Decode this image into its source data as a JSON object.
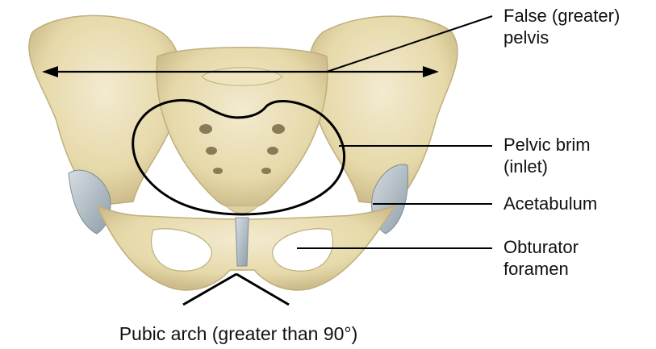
{
  "labels": {
    "false_pelvis_line1": "False (greater)",
    "false_pelvis_line2": "pelvis",
    "pelvic_brim_line1": "Pelvic brim",
    "pelvic_brim_line2": "(inlet)",
    "acetabulum": "Acetabulum",
    "obturator_line1": "Obturator",
    "obturator_line2": "foramen",
    "pubic_arch": "Pubic arch (greater than 90°)"
  },
  "colors": {
    "bone": "#e8dcae",
    "bone_shadow": "#c9b98a",
    "cartilage": "#b7c3cc",
    "line": "#000000",
    "text": "#111111"
  }
}
